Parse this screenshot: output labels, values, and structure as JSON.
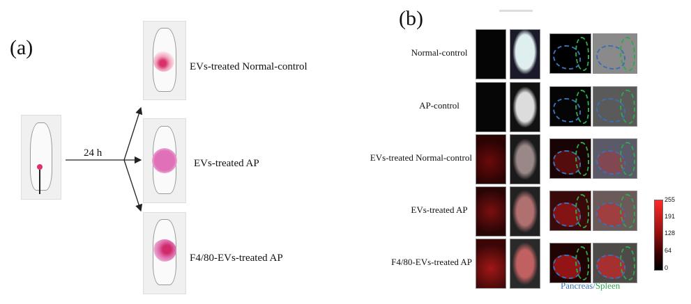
{
  "panel_a": {
    "label": "(a)",
    "time_label": "24 h",
    "groups": [
      "EVs-treated Normal-control",
      "EVs-treated AP",
      "F4/80-EVs-treated AP"
    ]
  },
  "panel_b": {
    "label": "(b)",
    "rows": [
      "Normal-control",
      "AP-control",
      "EVs-treated Normal-control",
      "EVs-treated AP",
      "F4/80-EVs-treated AP"
    ],
    "colorbar": {
      "ticks": [
        "255",
        "191",
        "128",
        "64",
        "0"
      ],
      "min": 0,
      "max": 255
    },
    "legend": {
      "pancreas": "Pancreas",
      "separator": "/",
      "spleen": "Spleen"
    },
    "colors": {
      "pancreas": "#3b6fb5",
      "spleen": "#2ea84a",
      "signal": "#e02020"
    }
  }
}
